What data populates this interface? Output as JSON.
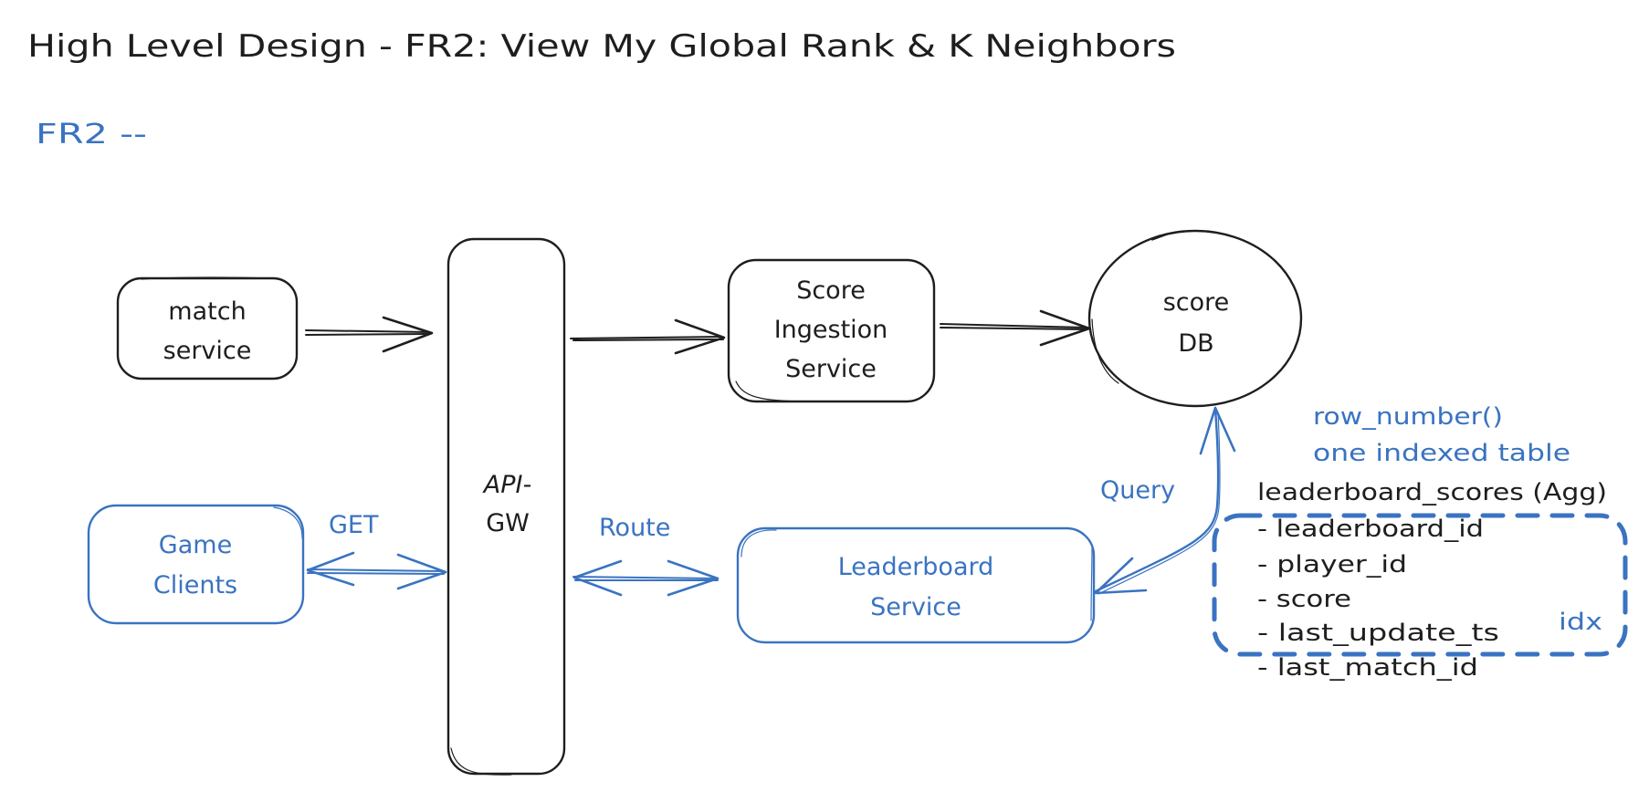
{
  "title": "High Level Design - FR2: View My Global Rank & K Neighbors",
  "subtitle": "FR2 --",
  "colors": {
    "ink": "#1e1e1e",
    "accent_blue": "#3a73c1",
    "background": "#ffffff"
  },
  "nodes": {
    "match_service": {
      "lines": [
        "match",
        "service"
      ]
    },
    "api_gw": {
      "lines": [
        "API-",
        "GW"
      ]
    },
    "score_ingestion": {
      "lines": [
        "Score",
        "Ingestion",
        "Service"
      ]
    },
    "score_db": {
      "lines": [
        "score",
        "DB"
      ]
    },
    "game_clients": {
      "lines": [
        "Game",
        "Clients"
      ]
    },
    "leaderboard_service": {
      "lines": [
        "Leaderboard",
        "Service"
      ]
    }
  },
  "edges": {
    "get_label": "GET",
    "route_label": "Route",
    "query_label": "Query"
  },
  "notes": {
    "row_number": "row_number()",
    "indexed_table": "one indexed table"
  },
  "schema": {
    "table_name": "leaderboard_scores (Agg)",
    "columns": [
      "- leaderboard_id",
      "- player_id",
      "- score",
      "- last_update_ts",
      "- last_match_id"
    ],
    "index_label": "idx"
  }
}
